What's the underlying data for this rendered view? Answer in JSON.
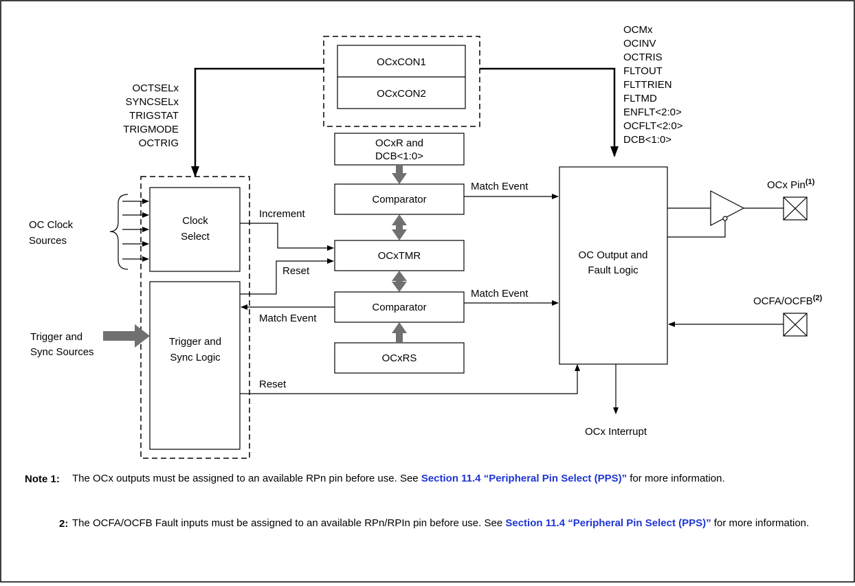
{
  "registers": {
    "con1": "OCxCON1",
    "con2": "OCxCON2",
    "ocxr": [
      "OCxR and",
      "DCB<1:0>"
    ],
    "ocxtmr": "OCxTMR",
    "ocxrs": "OCxRS"
  },
  "blocks": {
    "clock_select": [
      "Clock",
      "Select"
    ],
    "trigger_sync": [
      "Trigger and",
      "Sync Logic"
    ],
    "comparator_top": "Comparator",
    "comparator_bottom": "Comparator",
    "output_logic": [
      "OC Output and",
      "Fault Logic"
    ]
  },
  "left_control_bits": [
    "OCTSELx",
    "SYNCSELx",
    "TRIGSTAT",
    "TRIGMODE",
    "OCTRIG"
  ],
  "right_control_bits": [
    "OCMx",
    "OCINV",
    "OCTRIS",
    "FLTOUT",
    "FLTTRIEN",
    "FLTMD",
    "ENFLT<2:0>",
    "OCFLT<2:0>",
    "DCB<1:0>"
  ],
  "signals": {
    "oc_clock_sources": [
      "OC Clock",
      "Sources"
    ],
    "trigger_sync_sources": [
      "Trigger and",
      "Sync Sources"
    ],
    "increment": "Increment",
    "reset_tmr": "Reset",
    "match_event_top": "Match Event",
    "match_event_bottom": "Match Event",
    "match_event_back": "Match Event",
    "reset_output": "Reset",
    "oc_interrupt": "OCx Interrupt"
  },
  "pins": {
    "ocx_pin": "OCx Pin",
    "ocx_pin_sup": "(1)",
    "ocfa_ocfb": "OCFA/OCFB",
    "ocfa_ocfb_sup": "(2)"
  },
  "notes": [
    {
      "label": "Note 1:",
      "text_before": "The OCx outputs must be assigned to an available RPn pin before use. See ",
      "link": "Section 11.4 “Peripheral Pin Select (PPS)”",
      "text_after": " for more information."
    },
    {
      "label": "2:",
      "text_before": "The OCFA/OCFB Fault inputs must be assigned to an available RPn/RPIn pin before use. See ",
      "link": "Section 11.4 “Peripheral Pin Select (PPS)”",
      "text_after": " for more information."
    }
  ],
  "colors": {
    "thick_arrow": "#707070",
    "link": "#1e35d6"
  }
}
